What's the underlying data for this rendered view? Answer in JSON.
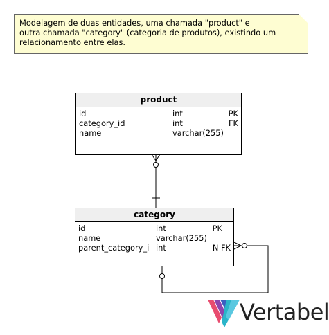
{
  "note": {
    "text": "Modelagem de duas entidades, uma chamada \"product\" e\noutra chamada \"category\" (categoria de produtos), existindo um\nrelacionamento entre elas."
  },
  "product": {
    "title": "product",
    "columns": [
      {
        "name": "id",
        "type": "int",
        "keys": "PK"
      },
      {
        "name": "category_id",
        "type": "int",
        "keys": "FK"
      },
      {
        "name": "name",
        "type": "varchar(255)",
        "keys": ""
      }
    ]
  },
  "category": {
    "title": "category",
    "columns": [
      {
        "name": "id",
        "type": "int",
        "keys": "PK"
      },
      {
        "name": "name",
        "type": "varchar(255)",
        "keys": ""
      },
      {
        "name": "parent_category_i",
        "type": "int",
        "keys": "N FK"
      }
    ]
  },
  "logo": {
    "text": "Vertabelo",
    "colors": [
      "#e84c6f",
      "#8e44ad",
      "#3b5fc0",
      "#2bb5c9"
    ]
  }
}
